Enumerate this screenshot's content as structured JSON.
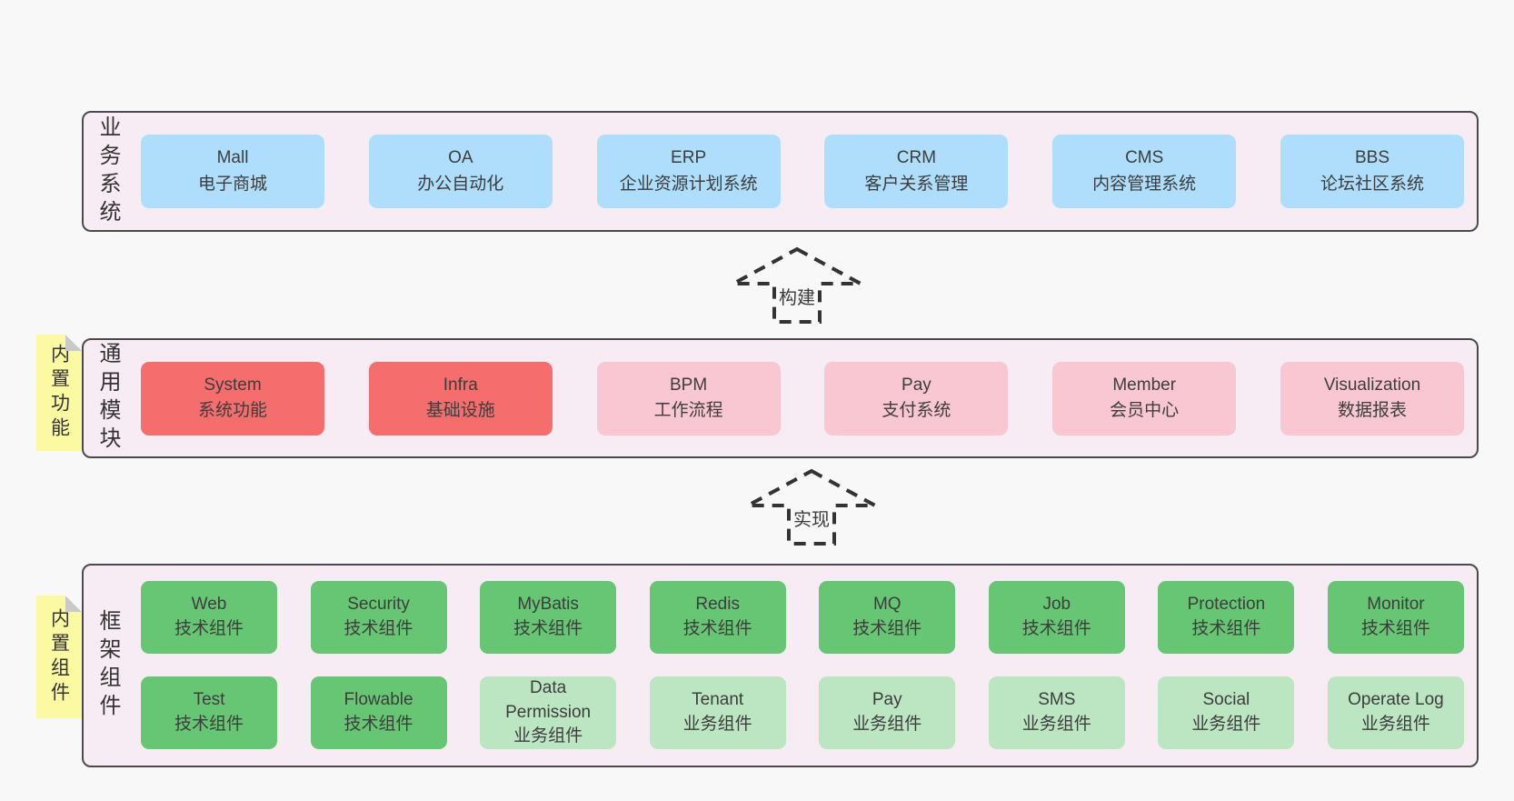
{
  "page": {
    "background": "#f8f8f8"
  },
  "colors": {
    "panel_bg": "#f8ecf4",
    "panel_border": "#4a4a4a",
    "blue": "#aedefb",
    "red": "#f56d6d",
    "pink": "#f9c7d2",
    "green": "#67c674",
    "light_green": "#bce5c2",
    "note_yellow": "#fbf9a2",
    "note_fold": "#c9c9c9",
    "text": "#3d3d3d",
    "arrow": "#333333"
  },
  "arrows": {
    "build": {
      "label": "构建"
    },
    "implement": {
      "label": "实现"
    }
  },
  "layers": {
    "business": {
      "side_label": "业务系统",
      "boxes": [
        {
          "en": "Mall",
          "zh": "电子商城",
          "color": "blue"
        },
        {
          "en": "OA",
          "zh": "办公自动化",
          "color": "blue"
        },
        {
          "en": "ERP",
          "zh": "企业资源计划系统",
          "color": "blue"
        },
        {
          "en": "CRM",
          "zh": "客户关系管理",
          "color": "blue"
        },
        {
          "en": "CMS",
          "zh": "内容管理系统",
          "color": "blue"
        },
        {
          "en": "BBS",
          "zh": "论坛社区系统",
          "color": "blue"
        }
      ]
    },
    "modules": {
      "side_label": "通用模块",
      "note": "内置功能",
      "boxes": [
        {
          "en": "System",
          "zh": "系统功能",
          "color": "red"
        },
        {
          "en": "Infra",
          "zh": "基础设施",
          "color": "red"
        },
        {
          "en": "BPM",
          "zh": "工作流程",
          "color": "pink"
        },
        {
          "en": "Pay",
          "zh": "支付系统",
          "color": "pink"
        },
        {
          "en": "Member",
          "zh": "会员中心",
          "color": "pink"
        },
        {
          "en": "Visualization",
          "zh": "数据报表",
          "color": "pink"
        }
      ]
    },
    "components": {
      "side_label": "框架组件",
      "note": "内置组件",
      "rows": [
        [
          {
            "en": "Web",
            "zh": "技术组件",
            "color": "green"
          },
          {
            "en": "Security",
            "zh": "技术组件",
            "color": "green"
          },
          {
            "en": "MyBatis",
            "zh": "技术组件",
            "color": "green"
          },
          {
            "en": "Redis",
            "zh": "技术组件",
            "color": "green"
          },
          {
            "en": "MQ",
            "zh": "技术组件",
            "color": "green"
          },
          {
            "en": "Job",
            "zh": "技术组件",
            "color": "green"
          },
          {
            "en": "Protection",
            "zh": "技术组件",
            "color": "green"
          },
          {
            "en": "Monitor",
            "zh": "技术组件",
            "color": "green"
          }
        ],
        [
          {
            "en": "Test",
            "zh": "技术组件",
            "color": "green"
          },
          {
            "en": "Flowable",
            "zh": "技术组件",
            "color": "green"
          },
          {
            "en": "Data Permission",
            "zh": "业务组件",
            "color": "light_green"
          },
          {
            "en": "Tenant",
            "zh": "业务组件",
            "color": "light_green"
          },
          {
            "en": "Pay",
            "zh": "业务组件",
            "color": "light_green"
          },
          {
            "en": "SMS",
            "zh": "业务组件",
            "color": "light_green"
          },
          {
            "en": "Social",
            "zh": "业务组件",
            "color": "light_green"
          },
          {
            "en": "Operate Log",
            "zh": "业务组件",
            "color": "light_green"
          }
        ]
      ]
    }
  }
}
